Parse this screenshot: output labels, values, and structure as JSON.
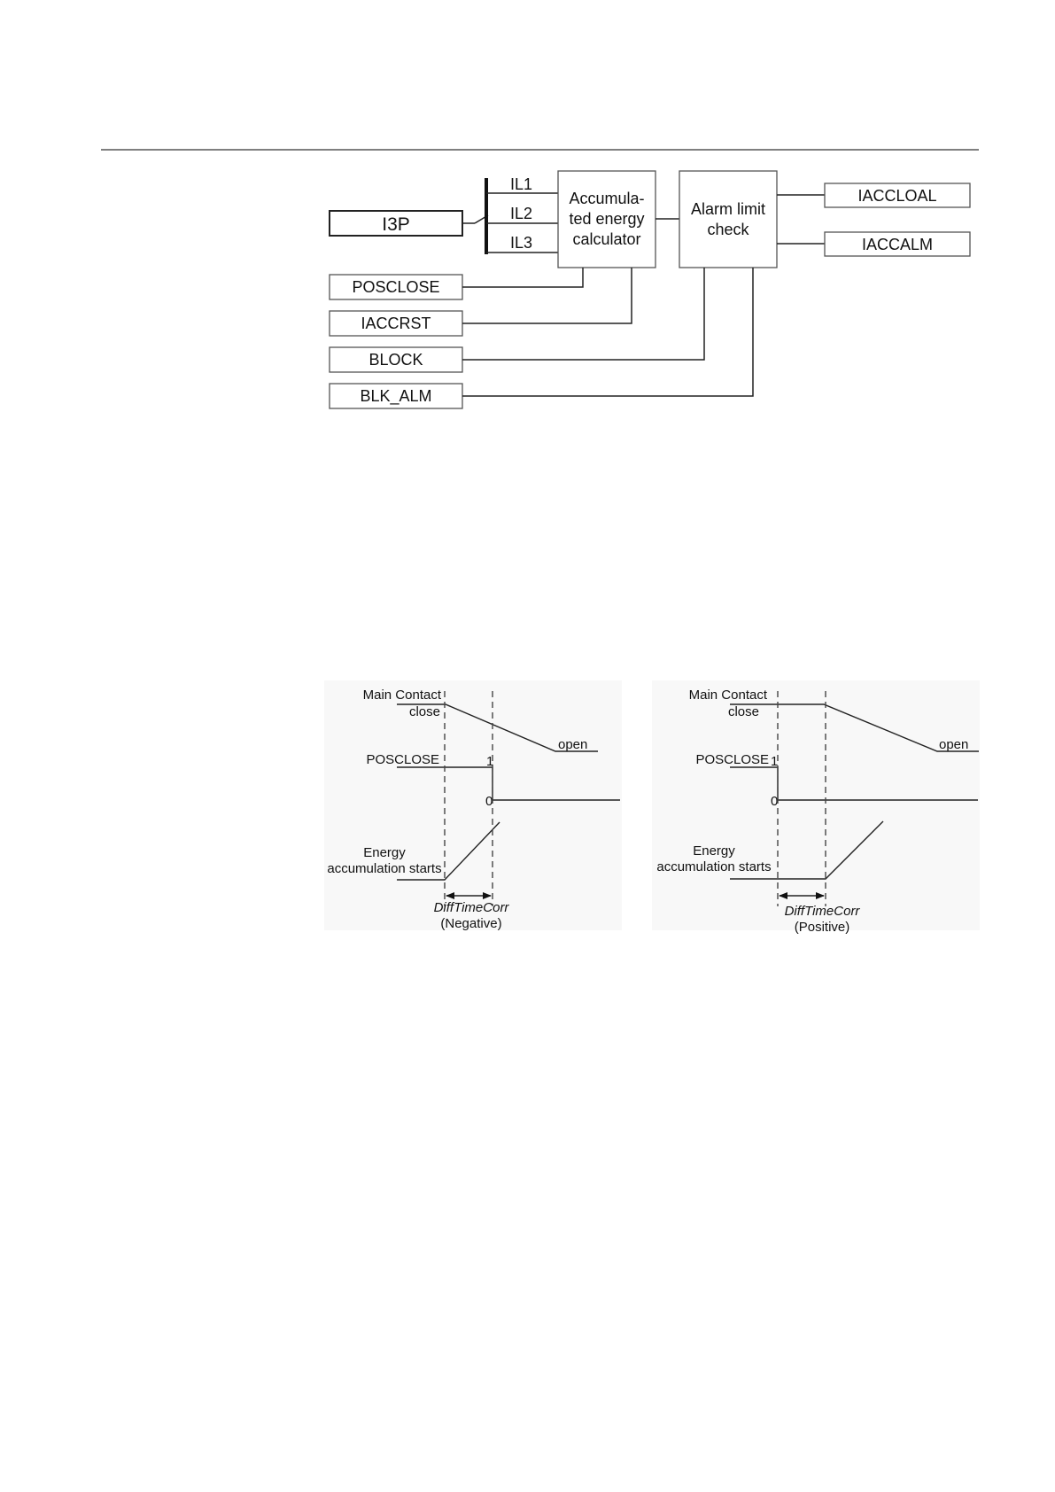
{
  "block_diagram": {
    "inputs": {
      "i3p": "I3P",
      "posclose": "POSCLOSE",
      "iaccrst": "IACCRST",
      "block": "BLOCK",
      "blk_alm": "BLK_ALM"
    },
    "bus_labels": [
      "IL1",
      "IL2",
      "IL3"
    ],
    "calculator_lines": [
      "Accumula-",
      "ted energy",
      "calculator"
    ],
    "alarm_lines": [
      "Alarm limit",
      "check"
    ],
    "outputs": {
      "iaccloal": "IACCLOAL",
      "iaccalm": "IACCALM"
    }
  },
  "timing_diagrams": [
    {
      "main_contact": "Main Contact",
      "close": "close",
      "open": "open",
      "posclose": "POSCLOSE",
      "one": "1",
      "zero": "0",
      "energy": "Energy",
      "accumulation": "accumulation starts",
      "diff_label": "DiffTimeCorr",
      "diff_sign": "(Negative)"
    },
    {
      "main_contact": "Main Contact",
      "close": "close",
      "open": "open",
      "posclose": "POSCLOSE",
      "one": "1",
      "zero": "0",
      "energy": "Energy",
      "accumulation": "accumulation starts",
      "diff_label": "DiffTimeCorr",
      "diff_sign": "(Positive)"
    }
  ]
}
